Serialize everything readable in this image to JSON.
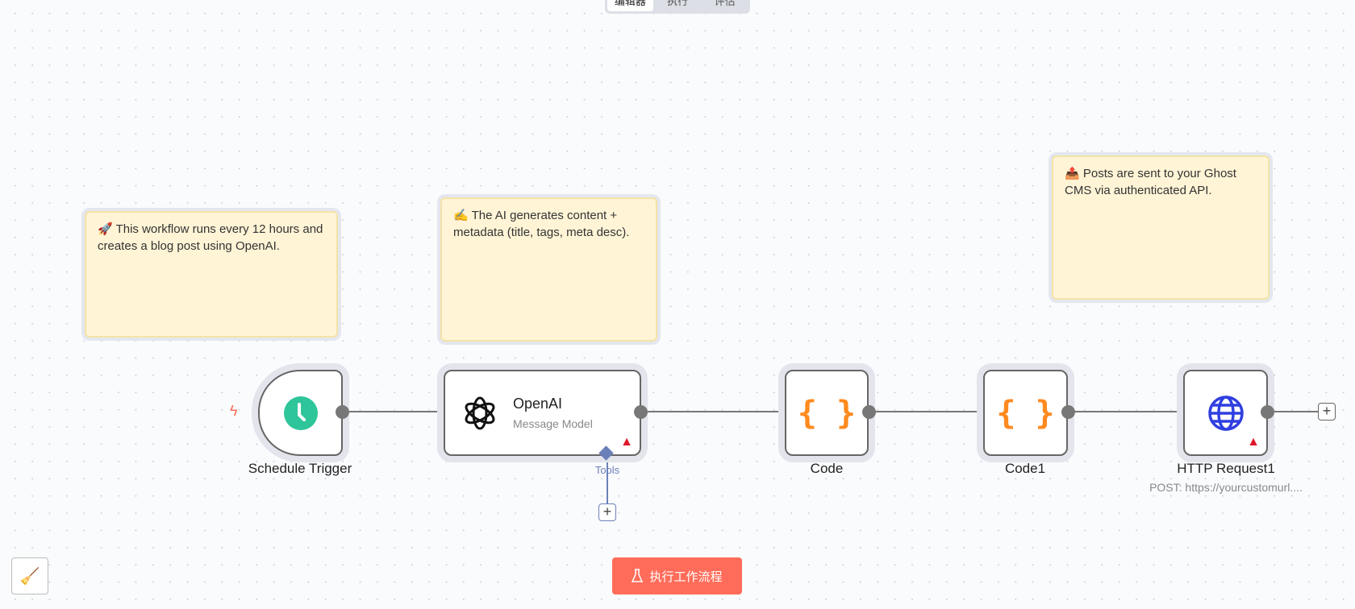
{
  "tabs": [
    {
      "label": "编辑器",
      "active": true
    },
    {
      "label": "执行"
    },
    {
      "label": "评估"
    }
  ],
  "stickies": [
    {
      "emoji": "🚀",
      "text": "This workflow runs every 12 hours and creates a blog post using OpenAI."
    },
    {
      "emoji": "✍️",
      "text": "The AI generates content + metadata (title, tags, meta desc)."
    },
    {
      "emoji": "📤",
      "text": "Posts are sent to your Ghost CMS via authenticated API."
    }
  ],
  "nodes": {
    "trigger": {
      "label": "Schedule Trigger",
      "icon": "clock-icon"
    },
    "openai": {
      "title": "OpenAI",
      "subtitle": "Message Model",
      "icon": "openai-icon",
      "warning": true,
      "tools_label": "Tools"
    },
    "code": {
      "label": "Code",
      "icon": "braces-icon",
      "glyph": "{ }"
    },
    "code1": {
      "label": "Code1",
      "icon": "braces-icon",
      "glyph": "{ }"
    },
    "http": {
      "label": "HTTP Request1",
      "subtitle": "POST: https://yourcustomurl....",
      "icon": "globe-icon",
      "warning": true
    }
  },
  "run_button": {
    "label": "执行工作流程",
    "icon": "flask-icon"
  },
  "colors": {
    "accent": "#ff6d5a",
    "trigger": "#2fc59a",
    "code": "#ff8a1f",
    "http": "#2f3fe0",
    "warning": "#e0182b"
  }
}
